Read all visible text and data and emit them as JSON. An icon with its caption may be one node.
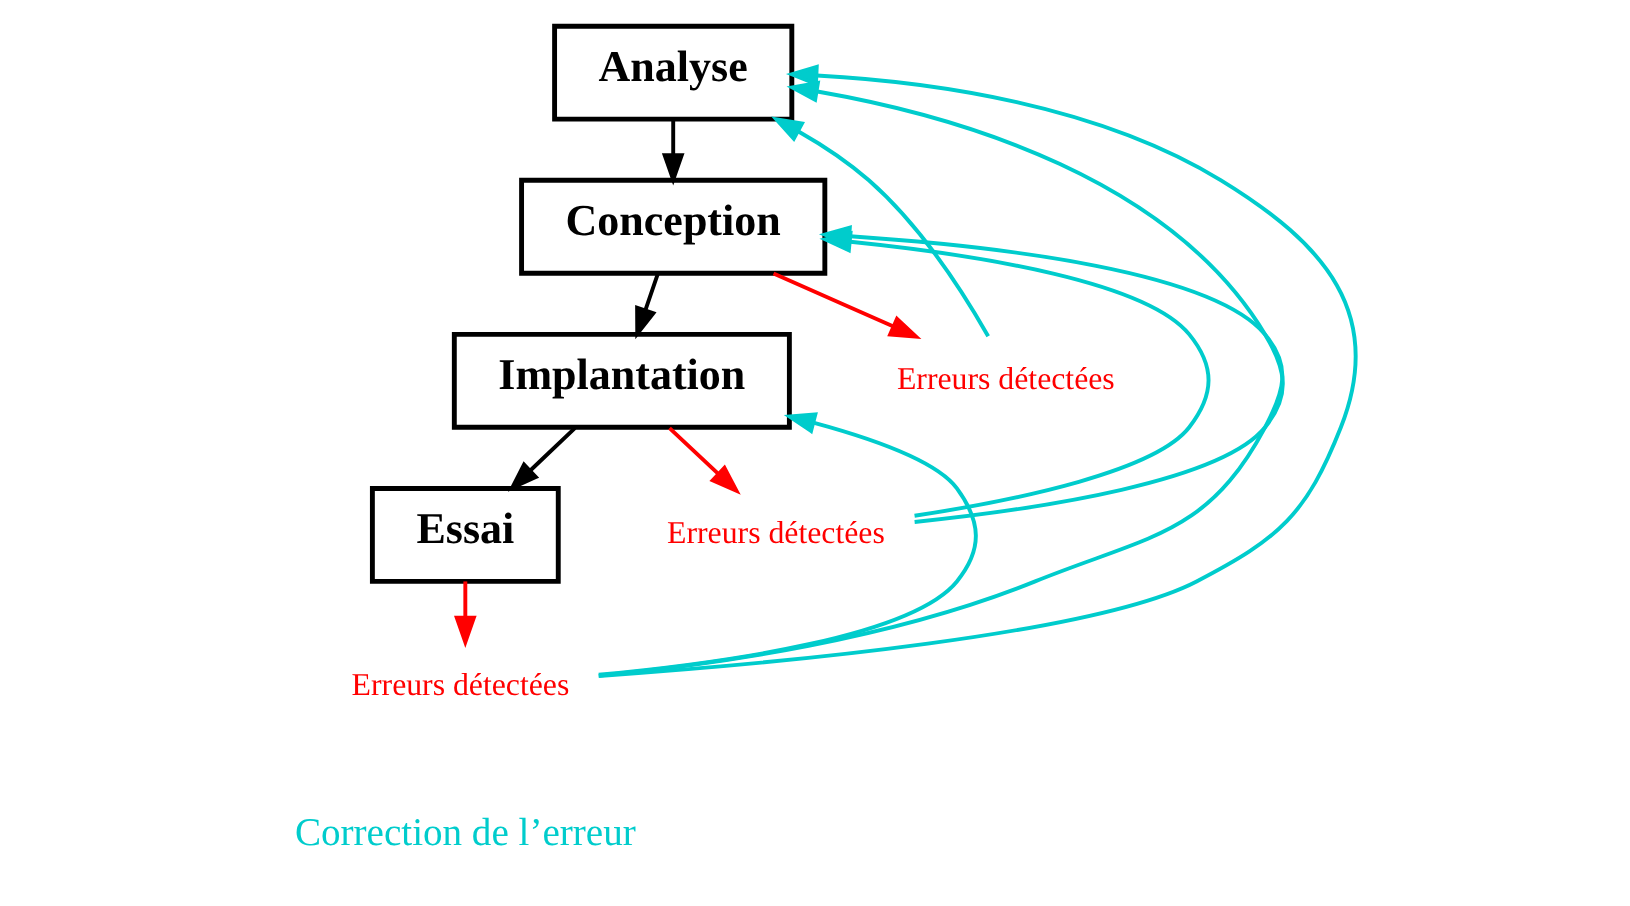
{
  "diagram": {
    "nodes": [
      {
        "text": [
          "Analyse"
        ]
      },
      {
        "text": [
          "Conception"
        ]
      },
      {
        "text": [
          "Implantation"
        ]
      },
      {
        "text": [
          "Essai"
        ]
      },
      {
        "text": [
          "Erreurs détectées"
        ]
      },
      {
        "text": [
          "Erreurs détectées"
        ]
      },
      {
        "text": [
          "Erreurs détectées"
        ]
      }
    ],
    "edges": [
      {
        "from": 0,
        "to": 1,
        "arrow": "to",
        "color": "#000000"
      },
      {
        "from": 1,
        "to": 2,
        "arrow": "to",
        "color": "#000000"
      },
      {
        "from": 2,
        "to": 3,
        "arrow": "to",
        "color": "#000000"
      },
      {
        "from": 1,
        "to": 4,
        "arrow": "to",
        "color": "#ff0000"
      },
      {
        "from": 4,
        "to": 0,
        "arrow": "to",
        "color": "#00cccc"
      },
      {
        "from": 2,
        "to": 5,
        "arrow": "to",
        "color": "#ff0000"
      },
      {
        "from": 5,
        "to": 0,
        "arrow": "to",
        "color": "#00cccc"
      },
      {
        "from": 5,
        "to": 1,
        "arrow": "to",
        "color": "#00cccc"
      },
      {
        "from": 3,
        "to": 6,
        "arrow": "to",
        "color": "#ff0000"
      },
      {
        "from": 6,
        "to": 0,
        "arrow": "to",
        "color": "#00cccc"
      },
      {
        "from": 6,
        "to": 1,
        "arrow": "to",
        "color": "#00cccc"
      },
      {
        "from": 6,
        "to": 2,
        "arrow": "to",
        "color": "#00cccc"
      }
    ],
    "labels": [
      "Correction de l’erreur"
    ]
  }
}
